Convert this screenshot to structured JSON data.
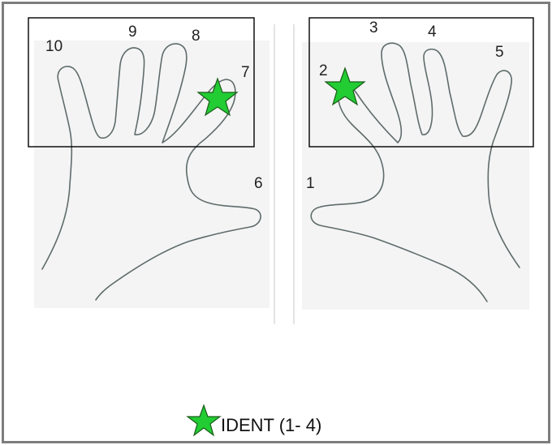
{
  "diagram": {
    "left_hand_fingers": [
      "10",
      "9",
      "8",
      "7",
      "6"
    ],
    "right_hand_fingers": [
      "1",
      "2",
      "3",
      "4",
      "5"
    ],
    "highlighted_fingers": [
      "2",
      "7"
    ]
  },
  "legend": {
    "icon": "green-star-icon",
    "label": "IDENT (1- 4)"
  },
  "colors": {
    "star_fill": "#22cc33",
    "star_stroke": "#1a5c1a",
    "outline": "#5f6b6b",
    "frame": "#7d7d7d",
    "box": "#000000"
  }
}
